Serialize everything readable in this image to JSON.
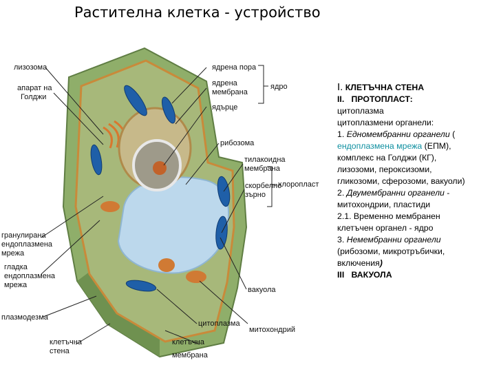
{
  "title": "Растителна клетка - устройство",
  "labels": {
    "lysosome": "лизозома",
    "golgi": [
      "апарат на",
      "Голджи"
    ],
    "nuclear_pore": "ядрена пора",
    "nuclear_membrane": [
      "ядрена",
      "мембрана"
    ],
    "nucleolus": "ядърце",
    "nucleus": "ядро",
    "ribosome": "рибозома",
    "thylakoid_membrane": [
      "тилакоидна",
      "мембрана"
    ],
    "starch_grain": [
      "скорбелно",
      "зърно"
    ],
    "chloroplast": "хлоропласт",
    "rough_er": [
      "гранулирана",
      "ендоплазмена",
      "мрежа"
    ],
    "smooth_er": [
      "гладка",
      "ендоплазмена",
      "мрежа"
    ],
    "vacuole": "вакуола",
    "plasmodesma": "плазмодезма",
    "cytoplasm": "цитоплазма",
    "mitochondrion": "митохондрий",
    "cell_wall": [
      "клетъчна",
      "стена"
    ],
    "cell_membrane": [
      "клетъчна",
      "мембрана"
    ]
  },
  "panel": {
    "l1_num": "I.",
    "l1_text": "КЛЕТЪЧНА СТЕНА",
    "l2_num": "II.",
    "l2_text": "ПРОТОПЛАСТ:",
    "l3": "цитоплазма",
    "l4": "цитоплазмени органели:",
    "l5_num": "1.",
    "l5_italic": "Едномембранни органели",
    "l5_tail": "(",
    "l6_teal": "ендоплазмена мрежа",
    "l6_tail": "(ЕПМ),",
    "l7": "комплекс на Голджи (КГ),",
    "l8": "лизозоми, пероксизоми,",
    "l9": "гликозоми, сферозоми, вакуоли)",
    "l10_num": "2.",
    "l10_italic": "Двумембранни органели",
    "l10_tail": "-",
    "l11": "митохондрии, пластиди",
    "l12": "2.1. Временно мембранен",
    "l13": "клетъчен органел - ядро",
    "l14_num": "3.",
    "l14_italic": "Немембранни органели",
    "l15": "(рибозоми, микротръбички,",
    "l16": "включения",
    "l16_tail": ")",
    "l17_num": "III",
    "l17_text": "ВАКУОЛА"
  },
  "colors": {
    "cell_wall": "#8fae6a",
    "cytoplasm": "#a7b87a",
    "vacuole": "#bcd8ec",
    "chloroplast": "#1f5fa8",
    "mitochondrion": "#d07a34",
    "nucleus": "#9e9a8a",
    "golgi": "#d9772e",
    "accent_teal": "#0e8fa0"
  }
}
